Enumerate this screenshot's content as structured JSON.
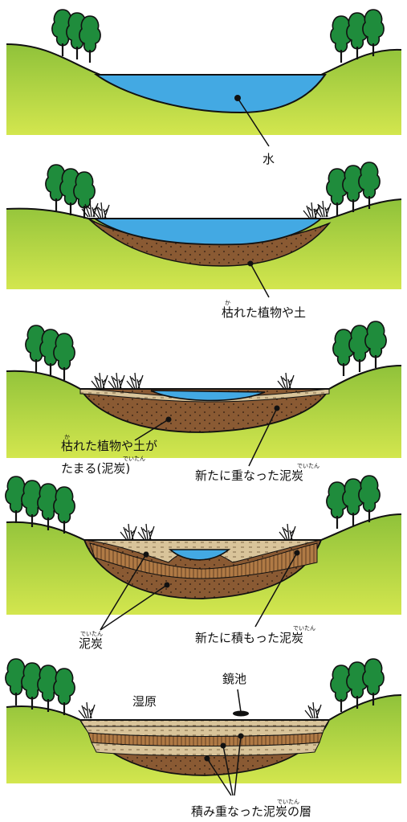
{
  "colors": {
    "water": "#43a9e3",
    "grass_light": "#c8e04a",
    "grass_dark": "#8fc23a",
    "peat": "#8a5a33",
    "peat_light": "#cdb58c",
    "tree": "#1f8c3c",
    "outline": "#111111"
  },
  "panels": [
    {
      "stage": 1,
      "labels": [
        {
          "text": "水",
          "ruby": ""
        }
      ]
    },
    {
      "stage": 2,
      "labels": [
        {
          "text": "枯れた植物や土",
          "ruby": "か"
        }
      ]
    },
    {
      "stage": 3,
      "labels": [
        {
          "text": "枯れた植物や土が",
          "ruby": "か"
        },
        {
          "text": "たまる(泥炭)",
          "ruby": "でいたん"
        },
        {
          "text": "新たに重なった泥炭",
          "ruby": "でいたん"
        }
      ]
    },
    {
      "stage": 4,
      "labels": [
        {
          "text": "泥炭",
          "ruby": "でいたん"
        },
        {
          "text": "新たに積もった泥炭",
          "ruby": "でいたん"
        }
      ]
    },
    {
      "stage": 5,
      "labels": [
        {
          "text": "鏡池",
          "ruby": ""
        },
        {
          "text": "湿原",
          "ruby": ""
        },
        {
          "text": "積み重なった泥炭の層",
          "ruby": "でいたん"
        }
      ]
    }
  ]
}
